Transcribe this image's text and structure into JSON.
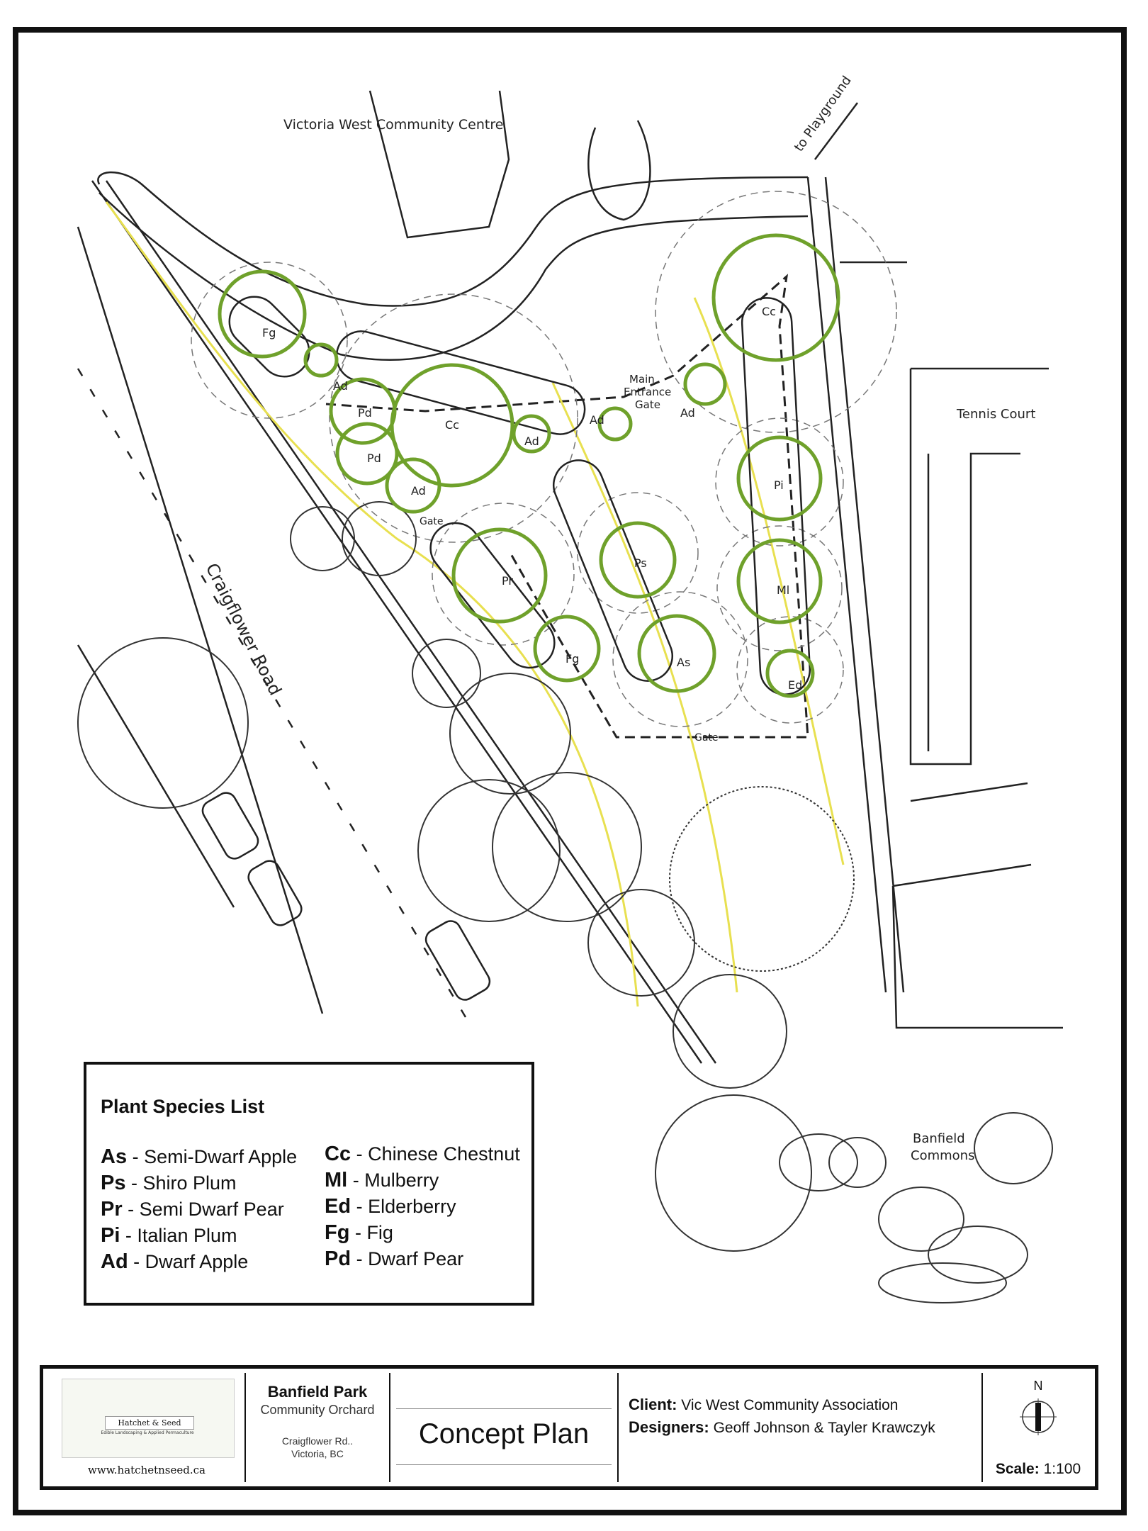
{
  "plan": {
    "labels": {
      "community_centre": "Victoria West Community Centre",
      "playground": "to Playground",
      "main_gate": [
        "Main",
        "Entrance",
        "Gate"
      ],
      "tennis": "Tennis Court",
      "road": "Craigflower Road",
      "gate": "Gate",
      "commons": [
        "Banfield",
        "Commons"
      ]
    },
    "tree_tags": [
      "Fg",
      "Ad",
      "Pd",
      "Pd",
      "Cc",
      "Ad",
      "Ad",
      "Ad",
      "Ad",
      "Cc",
      "Pi",
      "Pr",
      "Ps",
      "Ml",
      "Fg",
      "As",
      "Ed"
    ],
    "colors": {
      "new_tree": "#6fa12b",
      "irrigation": "#e8e050",
      "ink": "#222222"
    }
  },
  "legend": {
    "title": "Plant Species List",
    "col1": [
      {
        "code": "As",
        "name": "Semi-Dwarf Apple"
      },
      {
        "code": "Ps",
        "name": "Shiro Plum"
      },
      {
        "code": "Pr",
        "name": "Semi Dwarf Pear"
      },
      {
        "code": "Pi",
        "name": "Italian Plum"
      },
      {
        "code": "Ad",
        "name": "Dwarf Apple"
      }
    ],
    "col2": [
      {
        "code": "Cc",
        "name": "Chinese Chestnut"
      },
      {
        "code": "Ml",
        "name": "Mulberry"
      },
      {
        "code": "Ed",
        "name": "Elderberry"
      },
      {
        "code": "Fg",
        "name": "Fig"
      },
      {
        "code": "Pd",
        "name": "Dwarf Pear"
      }
    ]
  },
  "titleblock": {
    "logo_text": "Hatchet & Seed",
    "logo_sub": "Edible Landscaping & Applied Permaculture",
    "website": "www.hatchetnseed.ca",
    "project_name": "Banfield Park",
    "project_sub": "Community Orchard",
    "address_1": "Craigflower Rd..",
    "address_2": "Victoria, BC",
    "plan_title": "Concept Plan",
    "client_label": "Client:",
    "client_value": "Vic West Community Association",
    "designers_label": "Designers:",
    "designers_value": "Geoff Johnson & Tayler Krawczyk",
    "north": "N",
    "scale_label": "Scale:",
    "scale_value": "1:100"
  }
}
